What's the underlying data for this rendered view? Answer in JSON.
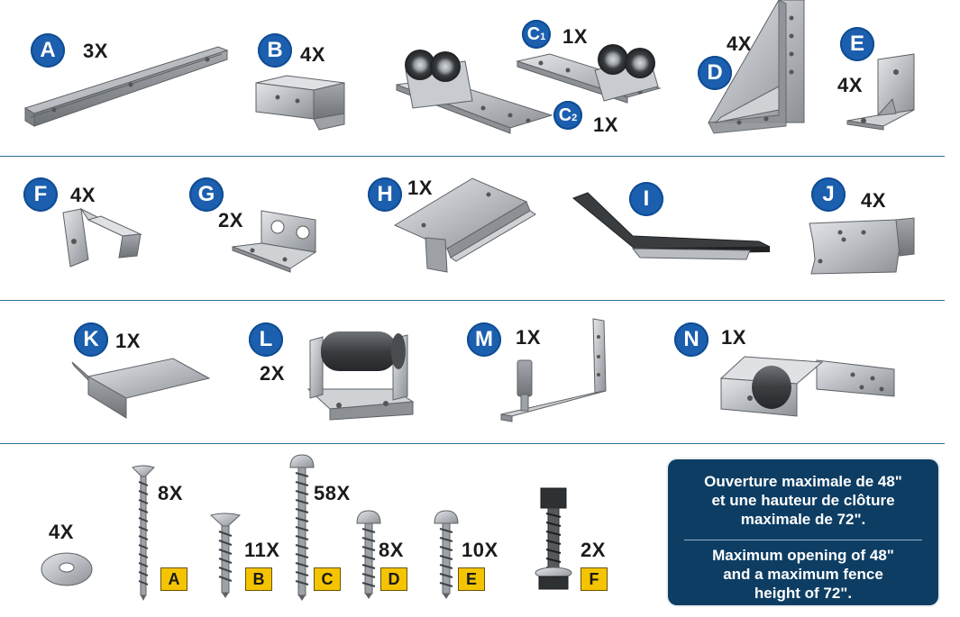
{
  "colors": {
    "badge": "#1b5fae",
    "divider": "#2f6f97",
    "tag": "#f5c400",
    "panel": "#0d3d63",
    "metal": "#b9bcc1"
  },
  "parts_row1": [
    {
      "id": "A",
      "qty": "3X"
    },
    {
      "id": "B",
      "qty": "4X"
    },
    {
      "id": "C",
      "sub": "1",
      "qty": "1X"
    },
    {
      "id": "C",
      "sub": "2",
      "qty": "1X"
    },
    {
      "id": "D",
      "qty": "4X"
    },
    {
      "id": "E",
      "qty": "4X"
    }
  ],
  "parts_row2": [
    {
      "id": "F",
      "qty": "4X"
    },
    {
      "id": "G",
      "qty": "2X"
    },
    {
      "id": "H",
      "qty": "1X"
    },
    {
      "id": "I",
      "qty": ""
    },
    {
      "id": "J",
      "qty": "4X"
    }
  ],
  "parts_row3": [
    {
      "id": "K",
      "qty": "1X"
    },
    {
      "id": "L",
      "qty": "2X"
    },
    {
      "id": "M",
      "qty": "1X"
    },
    {
      "id": "N",
      "qty": "1X"
    }
  ],
  "hardware": [
    {
      "qty": "4X",
      "tag": "",
      "icon": "washer"
    },
    {
      "qty": "8X",
      "tag": "A",
      "icon": "flat-head-screw"
    },
    {
      "qty": "11X",
      "tag": "B",
      "icon": "flat-head-screw"
    },
    {
      "qty": "58X",
      "tag": "C",
      "icon": "pan-head-screw"
    },
    {
      "qty": "8X",
      "tag": "D",
      "icon": "pan-head-screw"
    },
    {
      "qty": "10X",
      "tag": "E",
      "icon": "pan-head-screw"
    },
    {
      "qty": "2X",
      "tag": "F",
      "icon": "hex-bolt"
    }
  ],
  "info": {
    "french": "Ouverture maximale de 48\"\net une hauteur de clôture\nmaximale de 72\".",
    "english": "Maximum opening of 48\"\nand a maximum fence\nheight of 72\"."
  }
}
